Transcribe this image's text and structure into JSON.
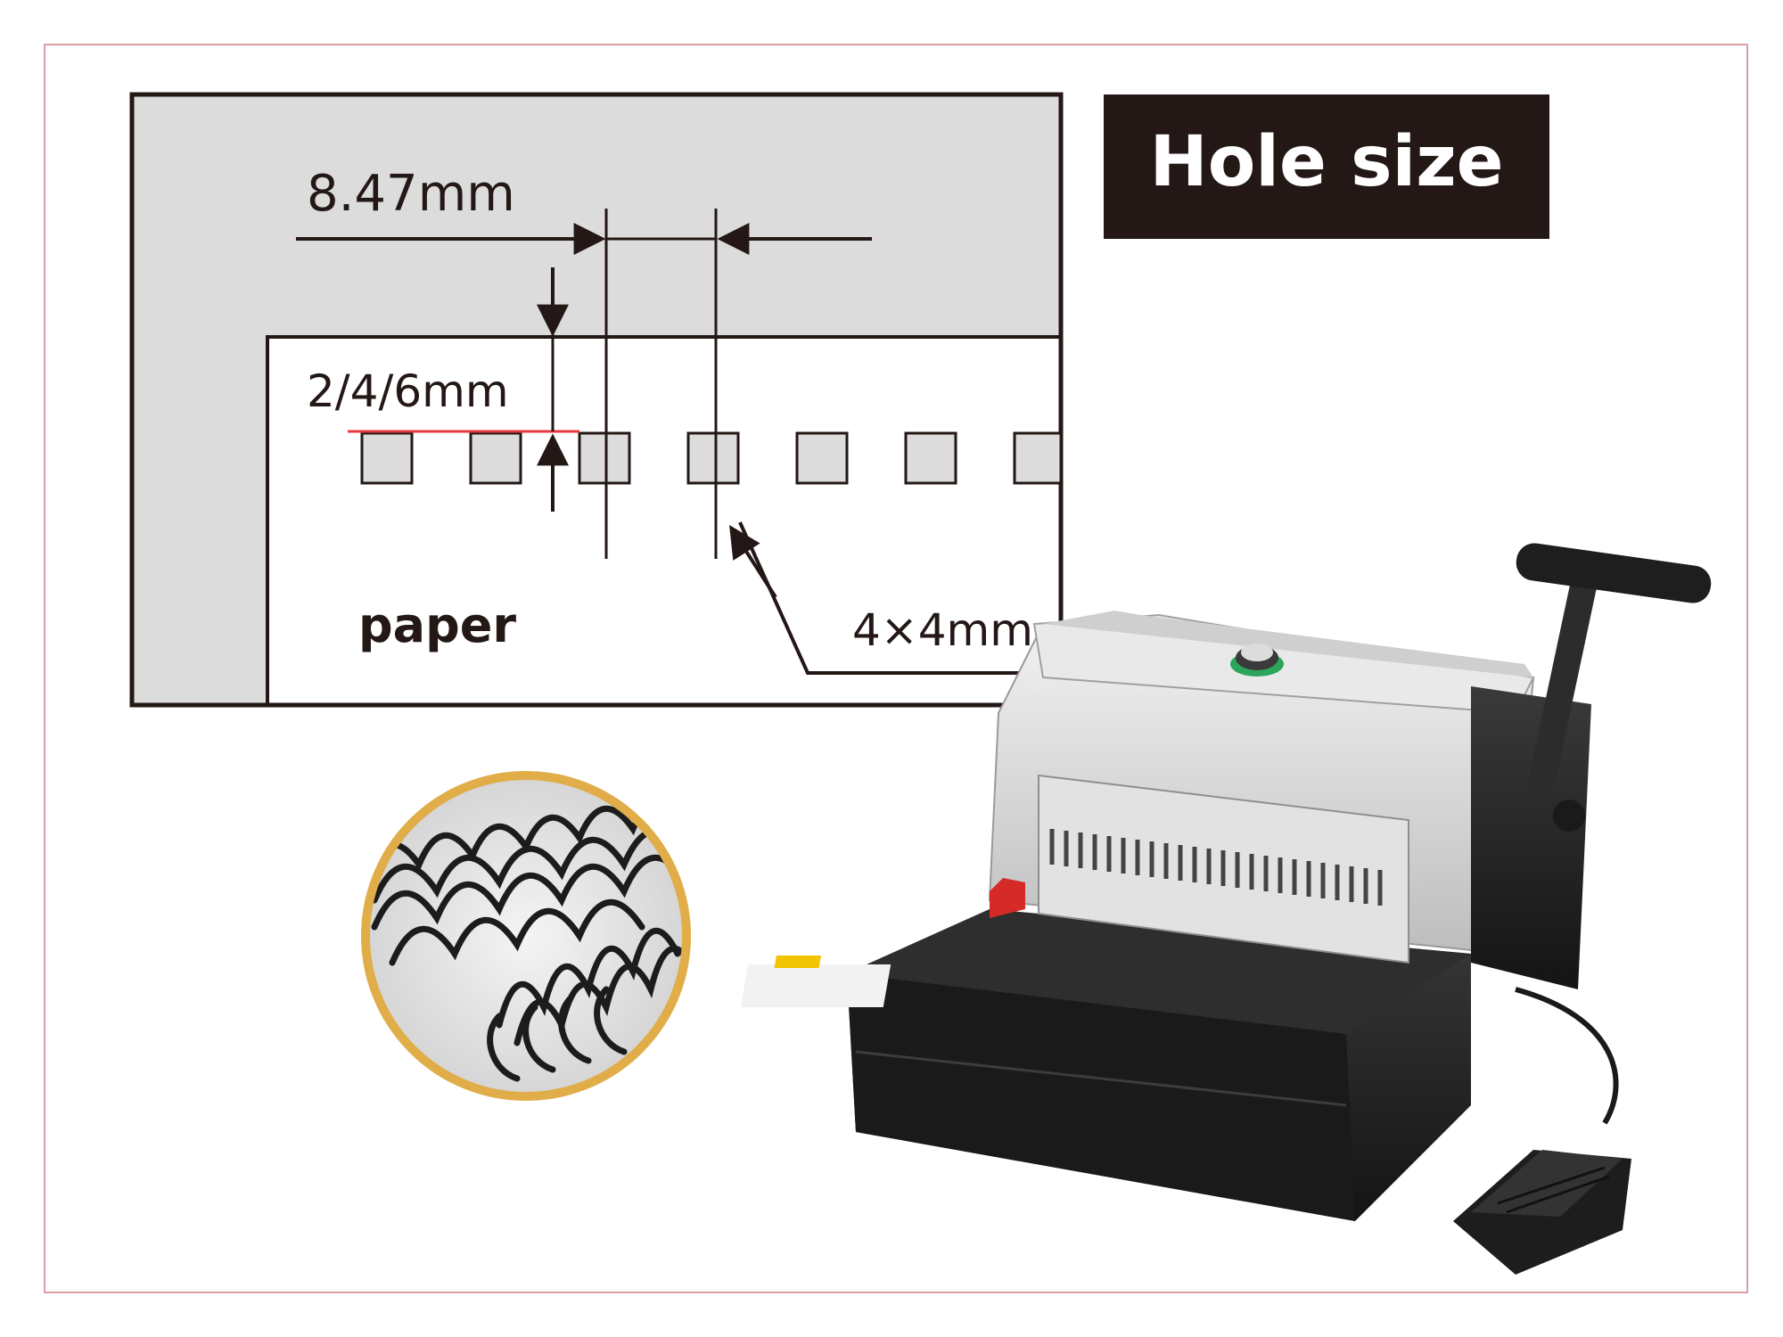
{
  "title": "Hole size",
  "diagram": {
    "pitch_label": "8.47mm",
    "margin_label": "2/4/6mm",
    "hole_label": "4×4mm",
    "paper_label": "paper"
  },
  "colors": {
    "frame_border": "#d9a0a6",
    "title_bg": "#231815",
    "title_text": "#ffffff",
    "diagram_outer": "#dcdcdc",
    "diagram_paper": "#ffffff",
    "diagram_line": "#231815",
    "hole_fill": "#dcdcdc",
    "margin_line": "#e8383d",
    "spiral_ring": "#e0ad48",
    "machine_dark": "#2a2a2a",
    "machine_silver": "#d8d8d8"
  },
  "icons": {
    "spiral_photo": "wire-coil-photo-icon",
    "machine": "binding-machine-icon",
    "foot_pedal": "foot-pedal-icon"
  }
}
